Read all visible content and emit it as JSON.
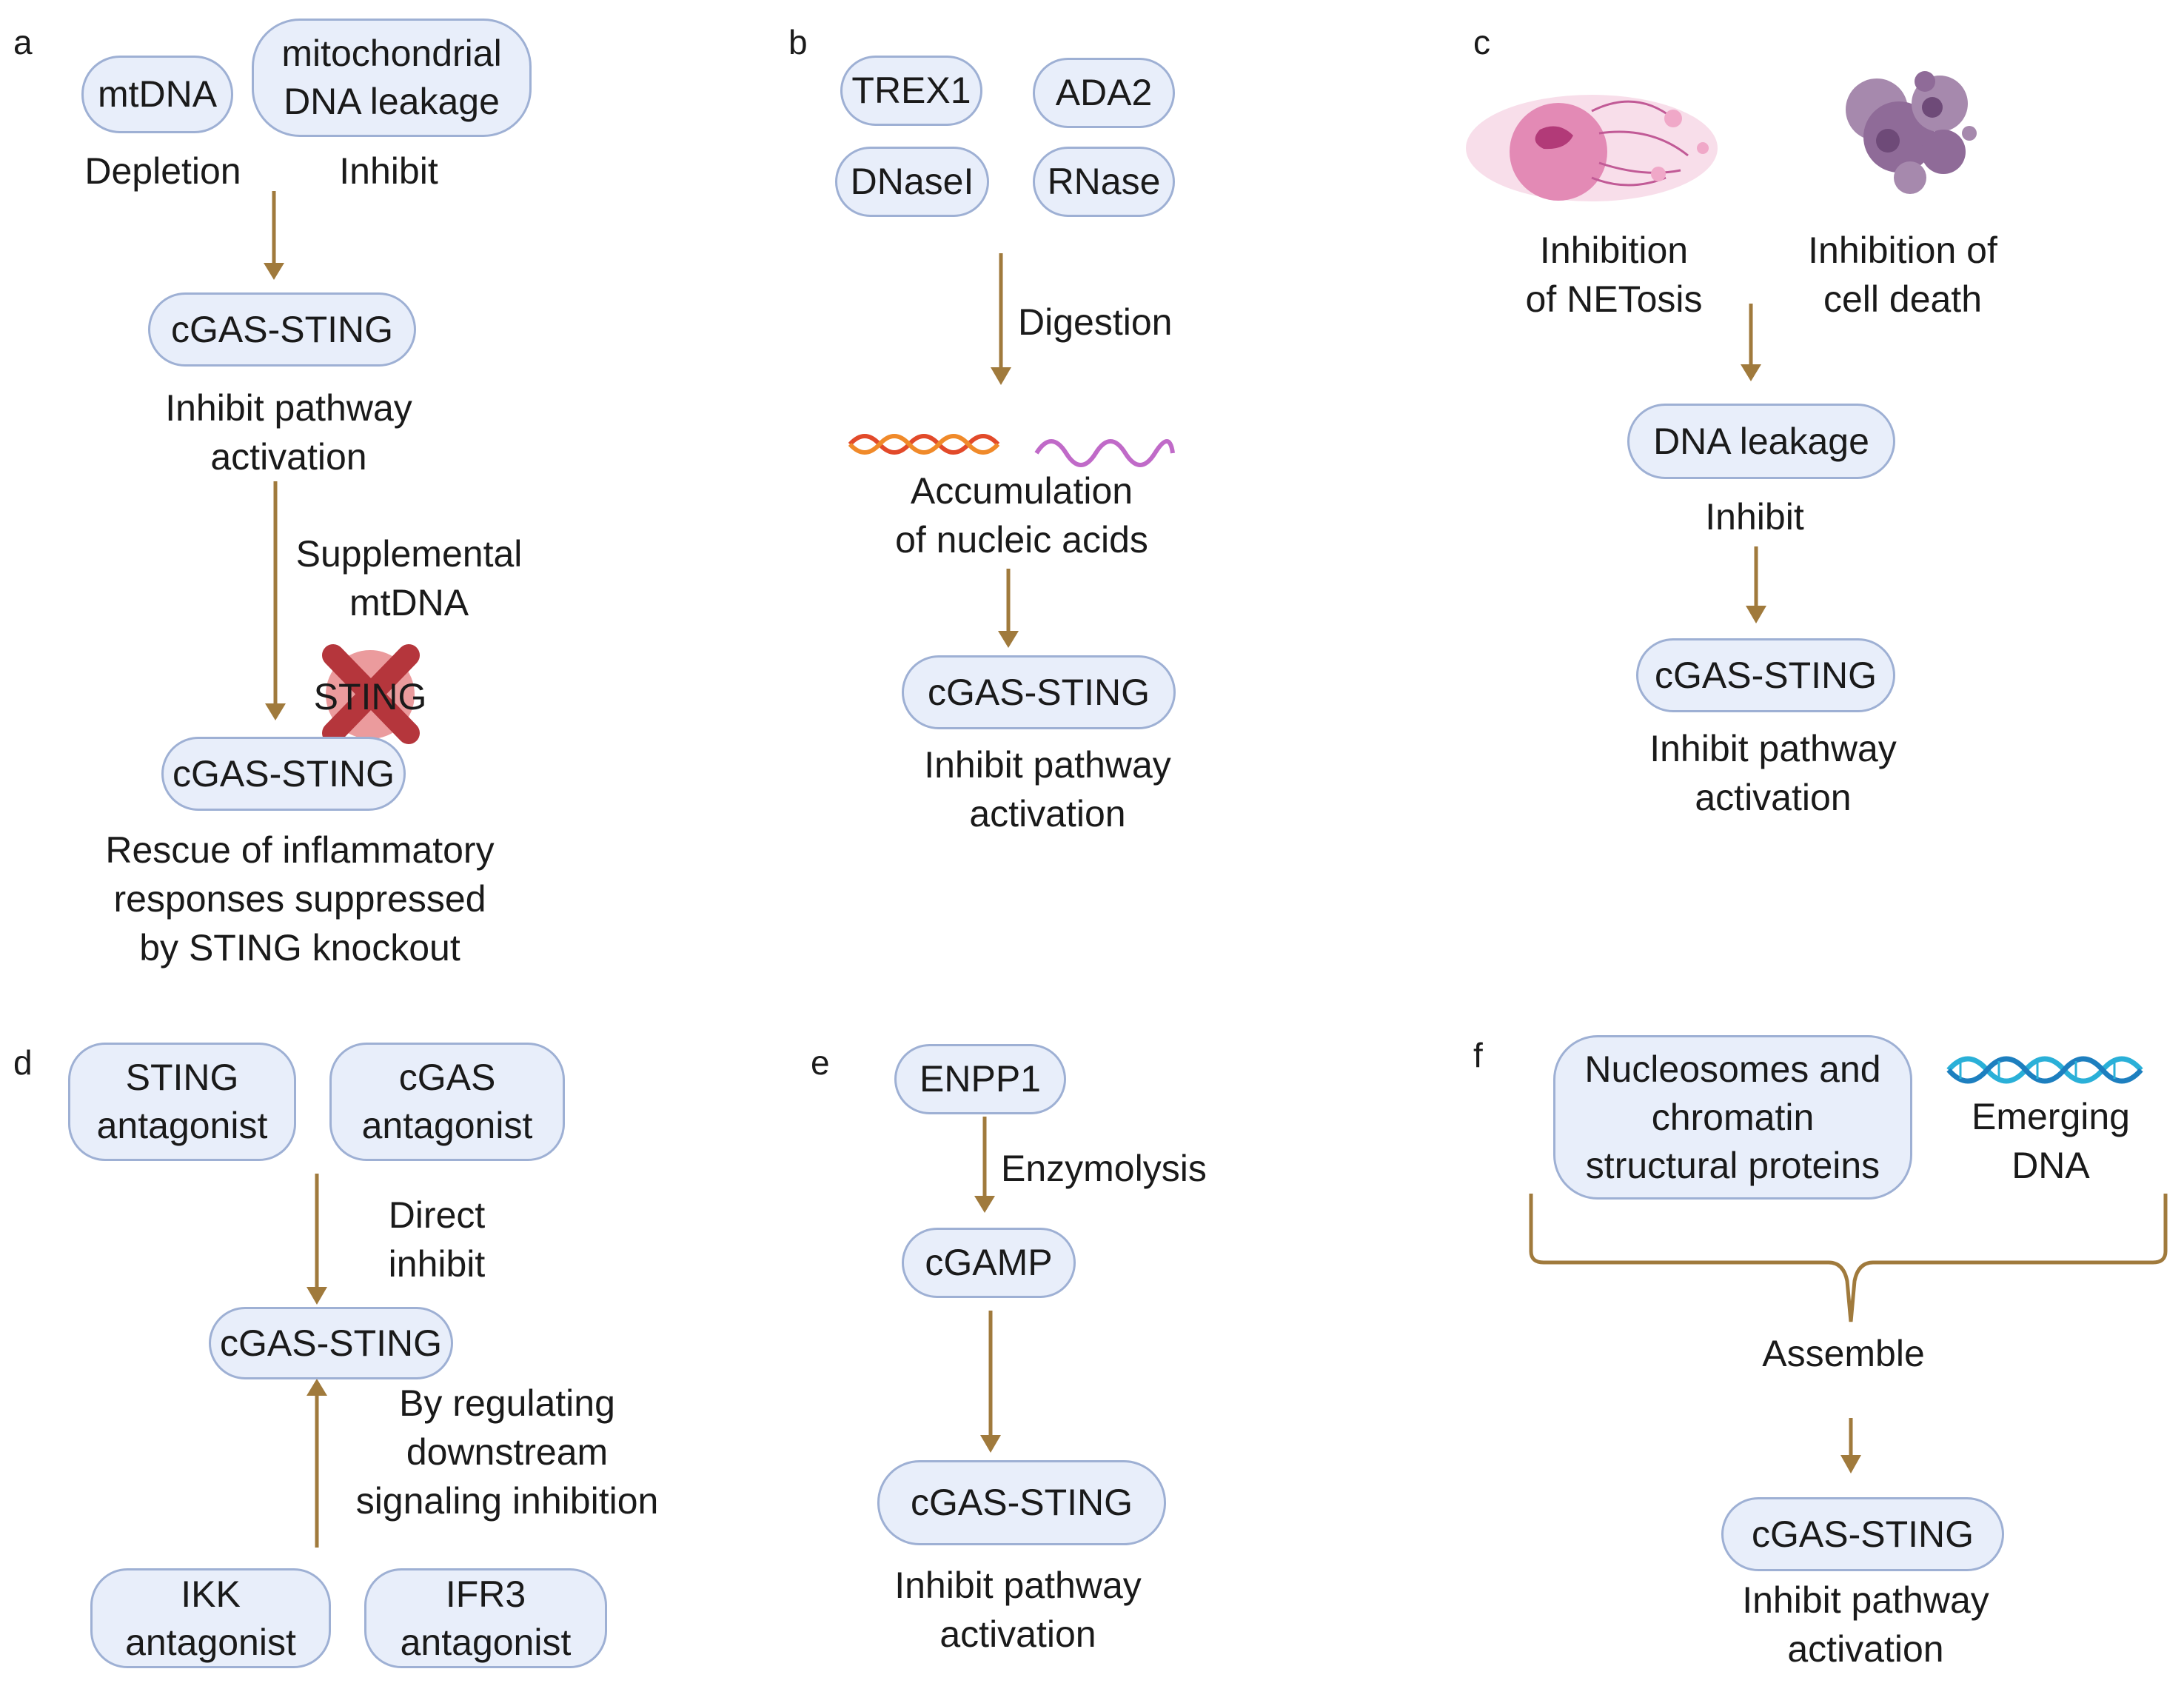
{
  "panels": {
    "a": {
      "letter": "a",
      "mtdna": "mtDNA",
      "leak_line1": "mitochondrial",
      "leak_line2": "DNA leakage",
      "depletion": "Depletion",
      "inhibit": "Inhibit",
      "node1": "cGAS-STING",
      "node1_l1": "Inhibit pathway",
      "node1_l2": "activation",
      "arrow_l1": "Supplemental",
      "arrow_l2": "mtDNA",
      "sting_x": "STING",
      "node2": "cGAS-STING",
      "out_l1": "Rescue of inflammatory",
      "out_l2": "responses suppressed",
      "out_l3": "by STING knockout"
    },
    "b": {
      "letter": "b",
      "trex1": "TREX1",
      "ada2": "ADA2",
      "dnasei": "DNaseI",
      "rnase": "RNase",
      "digestion": "Digestion",
      "acc_l1": "Accumulation",
      "acc_l2": "of nucleic acids",
      "node": "cGAS-STING",
      "out_l1": "Inhibit pathway",
      "out_l2": "activation"
    },
    "c": {
      "letter": "c",
      "net_l1": "Inhibition",
      "net_l2": "of NETosis",
      "death_l1": "Inhibition of",
      "death_l2": "cell death",
      "leak": "DNA leakage",
      "inhibit": "Inhibit",
      "node": "cGAS-STING",
      "out_l1": "Inhibit pathway",
      "out_l2": "activation"
    },
    "d": {
      "letter": "d",
      "sting_l1": "STING",
      "sting_l2": "antagonist",
      "cgas_l1": "cGAS",
      "cgas_l2": "antagonist",
      "direct_l1": "Direct",
      "direct_l2": "inhibit",
      "node": "cGAS-STING",
      "reg_l1": "By regulating",
      "reg_l2": "downstream",
      "reg_l3": "signaling inhibition",
      "ikk_l1": "IKK",
      "ikk_l2": "antagonist",
      "ifr_l1": "IFR3",
      "ifr_l2": "antagonist"
    },
    "e": {
      "letter": "e",
      "enpp1": "ENPP1",
      "enzymolysis": "Enzymolysis",
      "cgamp": "cGAMP",
      "node": "cGAS-STING",
      "out_l1": "Inhibit pathway",
      "out_l2": "activation"
    },
    "f": {
      "letter": "f",
      "nuc_l1": "Nucleosomes and",
      "nuc_l2": "chromatin",
      "nuc_l3": "structural proteins",
      "emerg_l1": "Emerging",
      "emerg_l2": "DNA",
      "assemble": "Assemble",
      "node": "cGAS-STING",
      "out_l1": "Inhibit pathway",
      "out_l2": "activation"
    }
  },
  "colors": {
    "pill_fill": "#e8eefa",
    "pill_border": "#9eb0d4",
    "arrow": "#a07a3c",
    "cross": "#c0454c",
    "dna_red": "#e24a2a",
    "rna_purple": "#c06ac8",
    "dna_blue": "#2ab0d8"
  },
  "icons": [
    "neutrophil-netosis-icon",
    "dying-cell-icon",
    "dna-double-helix-icon",
    "rna-strand-icon",
    "cross-out-icon"
  ]
}
